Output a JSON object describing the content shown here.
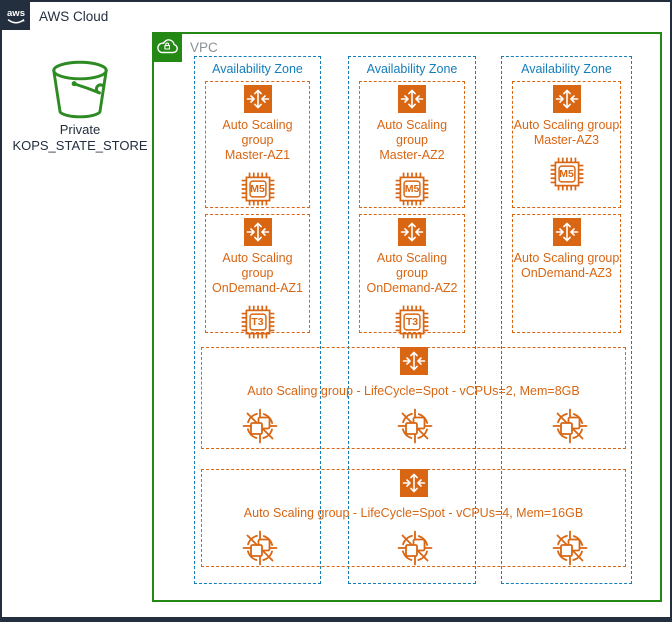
{
  "header": {
    "logo_text": "aws",
    "title": "AWS Cloud"
  },
  "bucket": {
    "line1": "Private",
    "line2": "KOPS_STATE_STORE"
  },
  "vpc": {
    "label": "VPC"
  },
  "availability_zones": [
    {
      "label": "Availability Zone",
      "master": {
        "title": "Auto Scaling group",
        "name": "Master-AZ1",
        "instance": "M5"
      },
      "ondemand": {
        "title": "Auto Scaling group",
        "name": "OnDemand-AZ1",
        "instance": "T3"
      }
    },
    {
      "label": "Availability Zone",
      "master": {
        "title": "Auto Scaling group",
        "name": "Master-AZ2",
        "instance": "M5"
      },
      "ondemand": {
        "title": "Auto Scaling group",
        "name": "OnDemand-AZ2",
        "instance": "T3"
      }
    },
    {
      "label": "Availability Zone",
      "master": {
        "title": "Auto Scaling group",
        "name": "Master-AZ3",
        "instance": "M5"
      },
      "ondemand": {
        "title": "Auto Scaling group",
        "name": "OnDemand-AZ3",
        "instance": null
      }
    }
  ],
  "spot_groups": [
    {
      "label": "Auto Scaling group - LifeCycle=Spot - vCPUs=2, Mem=8GB"
    },
    {
      "label": "Auto Scaling group - LifeCycle=Spot - vCPUs=4, Mem=16GB"
    }
  ],
  "icons": {
    "aws_logo": "aws-logo-icon",
    "vpc": "vpc-cloud-lock-icon",
    "bucket": "s3-bucket-icon",
    "asg": "auto-scaling-group-icon",
    "instance_chip": "ec2-instance-type-icon",
    "spot": "spot-instance-icon"
  },
  "colors": {
    "outline_dark": "#232F3E",
    "vpc_green": "#248814",
    "bucket_green": "#2E8B24",
    "asg_orange": "#D86613",
    "az_blue": "#147EBA",
    "vpc_label_gray": "#8C9196"
  }
}
